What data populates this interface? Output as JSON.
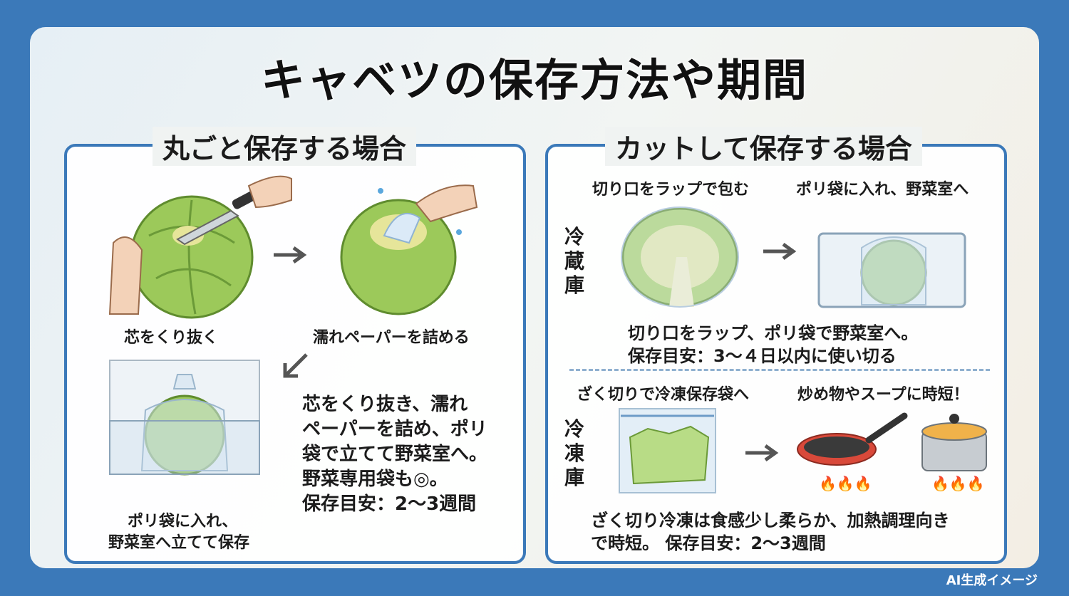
{
  "title": "キャベツの保存方法や期間",
  "left_panel": {
    "title": "丸ごと保存する場合",
    "step1": "芯をくり抜く",
    "step2": "濡れペーパーを詰める",
    "step3_line1": "ポリ袋に入れ、",
    "step3_line2": "野菜室へ立てて保存",
    "description": [
      "芯をくり抜き、濡れ",
      "ペーパーを詰め、ポリ",
      "袋で立てて野菜室へ。",
      "野菜専用袋も◎。",
      "保存目安：2〜3週間"
    ]
  },
  "right_panel": {
    "title": "カットして保存する場合",
    "fridge": {
      "label": "冷蔵庫",
      "step1": "切り口をラップで包む",
      "step2": "ポリ袋に入れ、野菜室へ",
      "description": [
        "切り口をラップ、ポリ袋で野菜室へ。",
        "保存目安：3〜４日以内に使い切る"
      ]
    },
    "freezer": {
      "label": "冷凍庫",
      "step1": "ざく切りで冷凍保存袋へ",
      "step2": "炒め物やスープに時短！",
      "description": [
        "ざく切り冷凍は食感少し柔らか、加熱調理向き",
        "で時短。 保存目安：2〜3週間"
      ]
    }
  },
  "badge": "AI生成イメージ",
  "colors": {
    "frame": "#3b79b9",
    "cabbage": "#9cc95a",
    "pan": "#d9493a"
  }
}
